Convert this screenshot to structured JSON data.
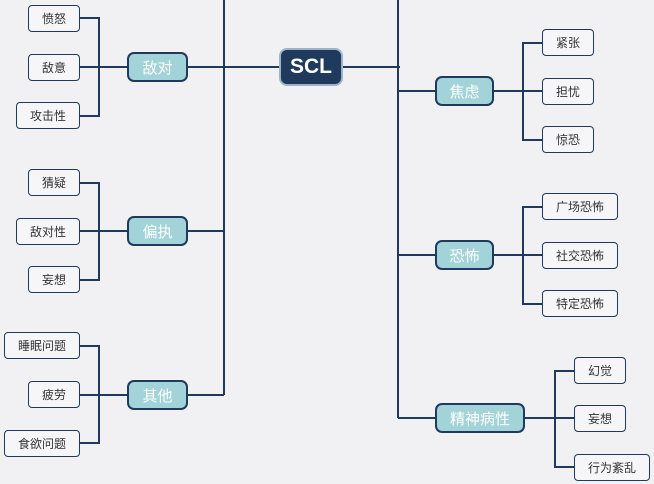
{
  "root": "SCL",
  "left": [
    {
      "label": "敌对",
      "children": [
        "愤怒",
        "敌意",
        "攻击性"
      ]
    },
    {
      "label": "偏执",
      "children": [
        "猜疑",
        "敌对性",
        "妄想"
      ]
    },
    {
      "label": "其他",
      "children": [
        "睡眠问题",
        "疲劳",
        "食欲问题"
      ]
    }
  ],
  "right": [
    {
      "label": "焦虑",
      "children": [
        "紧张",
        "担忧",
        "惊恐"
      ]
    },
    {
      "label": "恐怖",
      "children": [
        "广场恐怖",
        "社交恐怖",
        "特定恐怖"
      ]
    },
    {
      "label": "精神病性",
      "children": [
        "幻觉",
        "妄想",
        "行为紊乱"
      ]
    }
  ],
  "colors": {
    "line": "#1f3a5c",
    "mid_fill": "#a2d3d9",
    "root_fill": "#1f3a5c"
  }
}
